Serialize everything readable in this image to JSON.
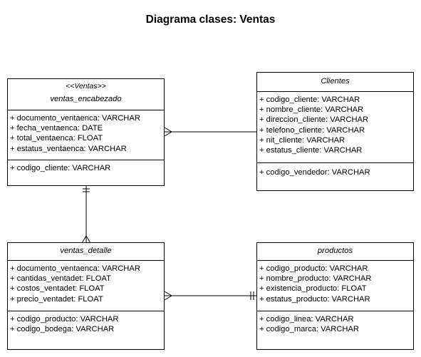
{
  "title": "Diagrama clases: Ventas",
  "classes": {
    "ventas_encabezado": {
      "stereotype": "<<Ventas>>",
      "name": "ventas_encabezado",
      "attributes": [
        "+ documento_ventaenca: VARCHAR",
        "+ fecha_ventaenca: DATE",
        "+ total_ventaenca: FLOAT",
        "+ estatus_ventaenca: VARCHAR"
      ],
      "keys": [
        "+ codigo_cliente: VARCHAR"
      ]
    },
    "clientes": {
      "name": "Clientes",
      "attributes": [
        "+ codigo_cliente: VARCHAR",
        "+ nombre_cliente: VARCHAR",
        "+ direccion_cliente: VARCHAR",
        "+ telefono_cliente: VARCHAR",
        "+ nit_cliente: VARCHAR",
        "+ estatus_cliente: VARCHAR"
      ],
      "keys": [
        "+ codigo_vendedor: VARCHAR"
      ]
    },
    "ventas_detalle": {
      "name": "ventas_detalle",
      "attributes": [
        "+ documento_ventaenca: VARCHAR",
        "+ cantidas_ventadet: FLOAT",
        "+ costos_ventadet: FLOAT",
        "+ precio_ventadet: FLOAT"
      ],
      "keys": [
        "+ codigo_producto: VARCHAR",
        "+ codigo_bodega: VARCHAR"
      ]
    },
    "productos": {
      "name": "productos",
      "attributes": [
        "+ codigo_producto: VARCHAR",
        "+ nombre_producto: VARCHAR",
        "+ existencia_producto: FLOAT",
        "+ estatus_producto: VARCHAR"
      ],
      "keys": [
        "+ codigo_linea: VARCHAR",
        "+ codigo_marca: VARCHAR"
      ]
    }
  },
  "relationships": [
    {
      "from": "ventas_encabezado",
      "to": "clientes",
      "from_end": "many",
      "to_end": "none"
    },
    {
      "from": "ventas_encabezado",
      "to": "ventas_detalle",
      "from_end": "one-mandatory",
      "to_end": "many"
    },
    {
      "from": "ventas_detalle",
      "to": "productos",
      "from_end": "many",
      "to_end": "one-mandatory"
    }
  ]
}
